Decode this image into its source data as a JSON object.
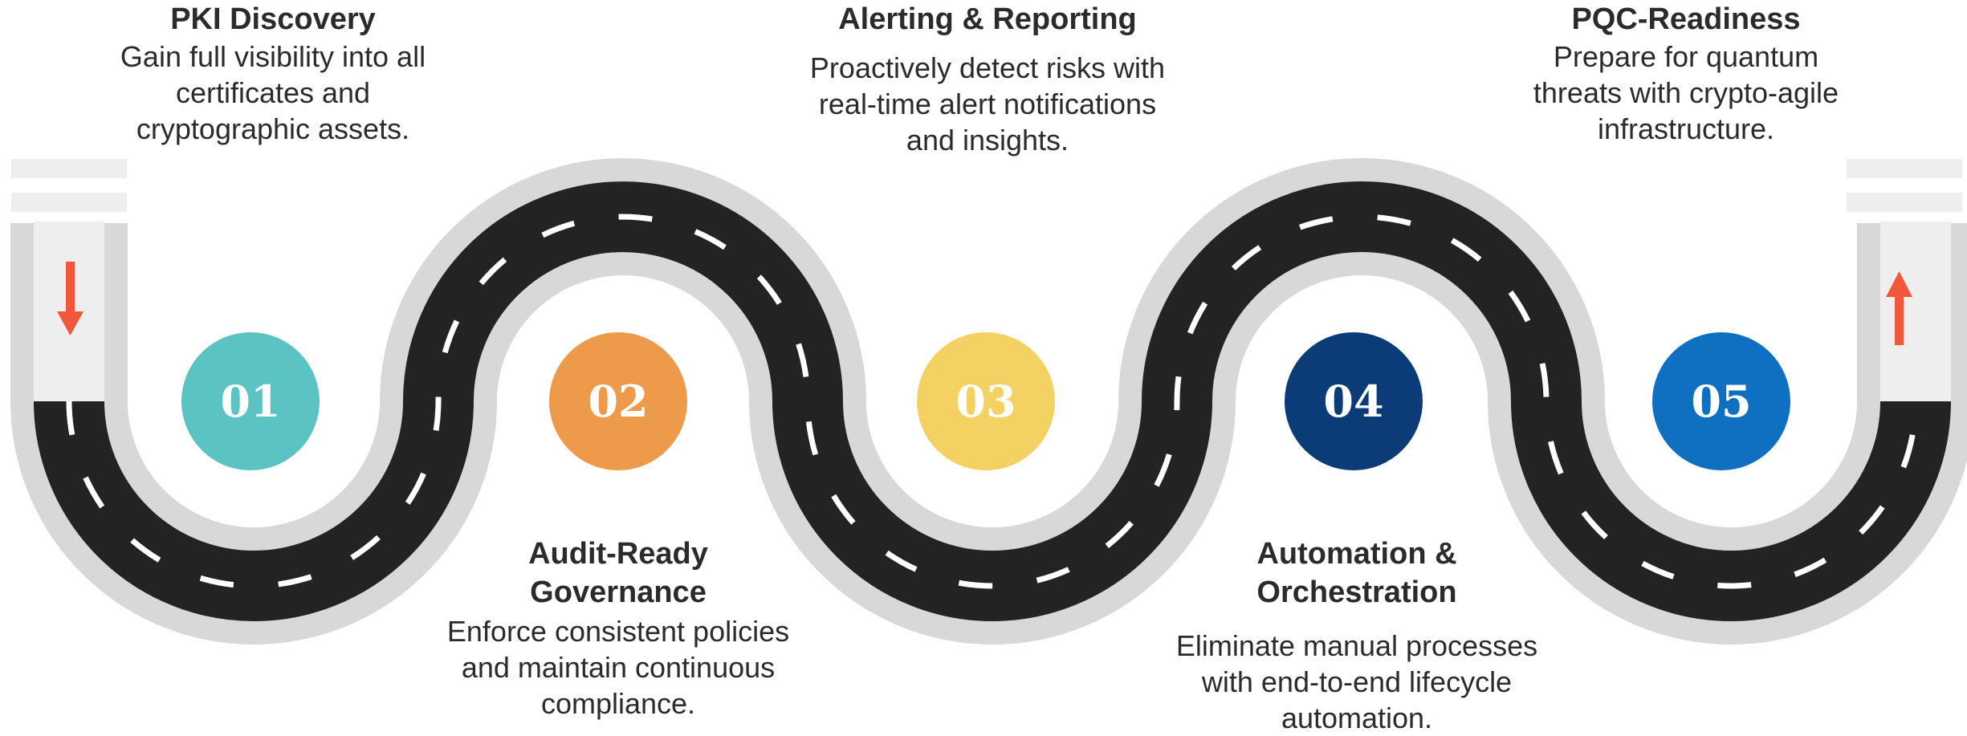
{
  "steps": [
    {
      "number": "01",
      "title": "PKI Discovery",
      "description": "Gain full visibility into all certificates and cryptographic assets.",
      "color": "#5bc4c3"
    },
    {
      "number": "02",
      "title": "Audit-Ready Governance",
      "description": "Enforce consistent policies and maintain continuous compliance.",
      "color": "#ee9a4b"
    },
    {
      "number": "03",
      "title": "Alerting & Reporting",
      "description": "Proactively detect risks with real-time alert notifications and insights.",
      "color": "#f4d163"
    },
    {
      "number": "04",
      "title": "Automation & Orchestration",
      "description": "Eliminate manual processes with end-to-end lifecycle automation.",
      "color": "#0c3c78"
    },
    {
      "number": "05",
      "title": "PQC-Readiness",
      "description": "Prepare for quantum threats with crypto-agile infrastructure.",
      "color": "#0f70c2"
    }
  ],
  "colors": {
    "road": "#232323",
    "edge": "#d8d8d8",
    "dash": "#ffffff",
    "arrow": "#f0573b",
    "lane": "#eeeeee"
  },
  "icons": {
    "start": "arrow-down-icon",
    "end": "arrow-up-icon"
  }
}
